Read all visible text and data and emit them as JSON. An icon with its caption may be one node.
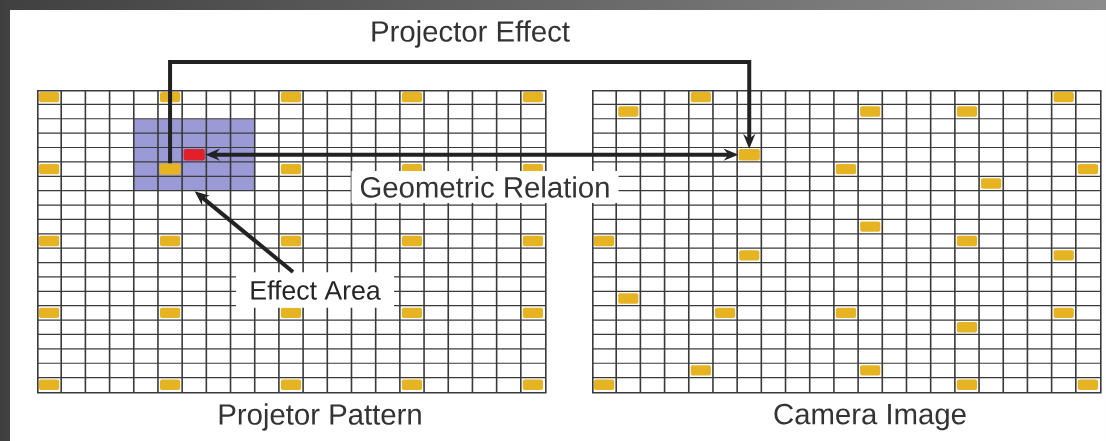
{
  "diagram": {
    "nodes": [
      {
        "text": [
          "Projetor Pattern"
        ]
      },
      {
        "text": [],
        "shape": "box",
        "in": 0
      },
      {
        "text": [],
        "shape": "box",
        "in": 1
      },
      {
        "text": [],
        "shape": "box",
        "in": 1
      },
      {
        "text": [
          "Camera Image"
        ]
      },
      {
        "text": [],
        "shape": "box",
        "in": 4
      },
      {
        "text": [
          "Effect Area"
        ],
        "in": 0
      }
    ],
    "edges": [
      {
        "from": 2,
        "to": 5,
        "arrow": "to",
        "label": "Projector Effect"
      },
      {
        "from": 3,
        "to": 5,
        "arrow": "both",
        "label": "Geometric Relation"
      },
      {
        "from": 6,
        "to": 1,
        "arrow": "to"
      }
    ]
  }
}
